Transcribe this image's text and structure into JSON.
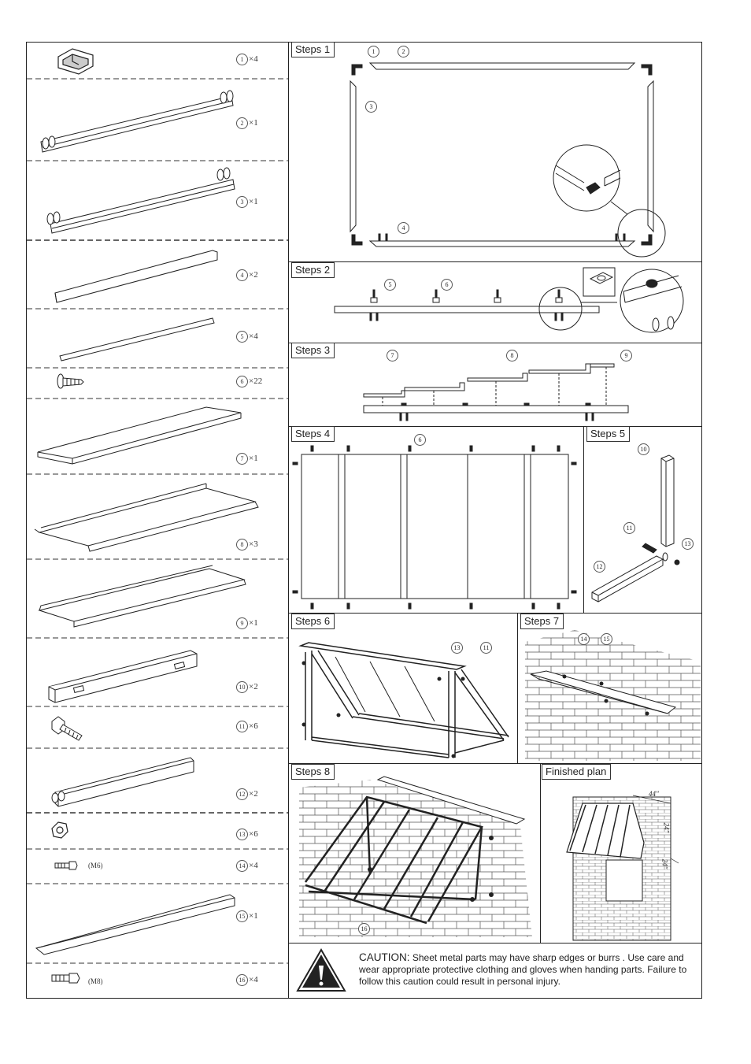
{
  "parts": [
    {
      "num": "1",
      "qty": "×4",
      "icon": "corner-connector"
    },
    {
      "num": "2",
      "qty": "×1",
      "icon": "top-rail-with-brackets"
    },
    {
      "num": "3",
      "qty": "×1",
      "icon": "bottom-rail-with-brackets"
    },
    {
      "num": "4",
      "qty": "×2",
      "icon": "side-rail"
    },
    {
      "num": "5",
      "qty": "×4",
      "icon": "connector-strip"
    },
    {
      "num": "6",
      "qty": "×22",
      "icon": "screw"
    },
    {
      "num": "7",
      "qty": "×1",
      "icon": "end-panel"
    },
    {
      "num": "8",
      "qty": "×3",
      "icon": "middle-panel"
    },
    {
      "num": "9",
      "qty": "×1",
      "icon": "end-panel"
    },
    {
      "num": "10",
      "qty": "×2",
      "icon": "support-post"
    },
    {
      "num": "11",
      "qty": "×6",
      "icon": "bolt"
    },
    {
      "num": "12",
      "qty": "×2",
      "icon": "brace-arm"
    },
    {
      "num": "13",
      "qty": "×6",
      "icon": "nut"
    },
    {
      "num": "14",
      "qty": "×4",
      "icon": "wall-anchor",
      "size": "(M6)"
    },
    {
      "num": "15",
      "qty": "×1",
      "icon": "wall-flashing"
    },
    {
      "num": "16",
      "qty": "×4",
      "icon": "wall-anchor",
      "size": "(M8)"
    }
  ],
  "steps": {
    "s1": "Steps 1",
    "s2": "Steps 2",
    "s3": "Steps 3",
    "s4": "Steps 4",
    "s5": "Steps 5",
    "s6": "Steps 6",
    "s7": "Steps 7",
    "s8": "Steps 8",
    "finished": "Finished plan"
  },
  "callouts": {
    "s1": [
      "1",
      "2",
      "3",
      "4"
    ],
    "s2": [
      "5",
      "6"
    ],
    "s3": [
      "7",
      "8",
      "9"
    ],
    "s4": [
      "6"
    ],
    "s5": [
      "10",
      "11",
      "12",
      "13"
    ],
    "s6": [
      "13",
      "11"
    ],
    "s7": [
      "14",
      "15"
    ],
    "s8": [
      "16"
    ]
  },
  "dimensions": {
    "width": "44\"",
    "height": "24\"",
    "projection": "24\""
  },
  "caution": {
    "heading": "CAUTION:",
    "text": "Sheet metal parts may have sharp edges or burrs . Use care and wear appropriate protective clothing and gloves when handing parts. Failure to follow this caution could result in personal injury."
  },
  "colors": {
    "line": "#222222",
    "dash": "#333333",
    "brick": "#555555"
  }
}
